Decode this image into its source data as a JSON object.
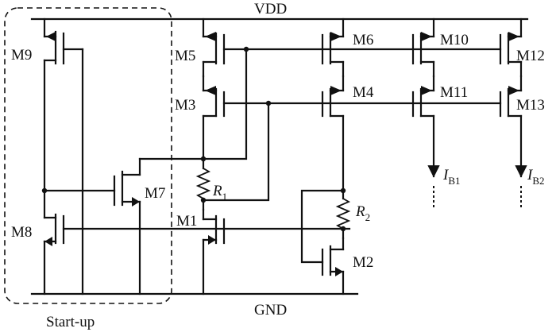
{
  "rails": {
    "vdd": "VDD",
    "gnd": "GND"
  },
  "region": {
    "label": "Start-up"
  },
  "transistors": {
    "m1": "M1",
    "m2": "M2",
    "m3": "M3",
    "m4": "M4",
    "m5": "M5",
    "m6": "M6",
    "m7": "M7",
    "m8": "M8",
    "m9": "M9",
    "m10": "M10",
    "m11": "M11",
    "m12": "M12",
    "m13": "M13"
  },
  "resistors": {
    "r1": {
      "main": "R",
      "sub": "1"
    },
    "r2": {
      "main": "R",
      "sub": "2"
    }
  },
  "outputs": {
    "ib1": {
      "main": "I",
      "sub": "B1"
    },
    "ib2": {
      "main": "I",
      "sub": "B2"
    }
  }
}
